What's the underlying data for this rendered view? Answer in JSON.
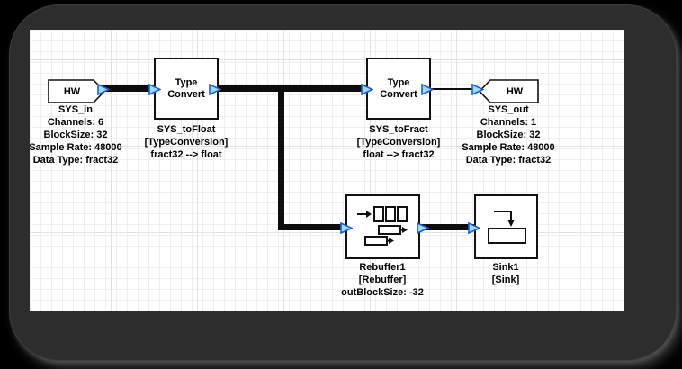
{
  "colors": {
    "frame": "#2d2d2d",
    "page_background": "#000000",
    "canvas_background": "#ffffff",
    "grid_minor": "#efefef",
    "grid_major": "#e2e2e2",
    "block_border": "#111111",
    "wire": "#0d0d0d",
    "pin_fill": "#9ed9ff",
    "pin_stroke": "#1d5ecc",
    "text": "#000000"
  },
  "blocks": {
    "sys_in": {
      "title": "HW",
      "name": "SYS_in",
      "prop_channels": "Channels: 6",
      "prop_blocksize": "BlockSize: 32",
      "prop_samplerate": "Sample Rate: 48000",
      "prop_datatype": "Data Type: fract32"
    },
    "sys_to_float": {
      "title": "Type\nConvert",
      "name": "SYS_toFloat",
      "prop_class": "[TypeConversion]",
      "prop_conversion": "fract32 --> float"
    },
    "sys_to_fract": {
      "title": "Type\nConvert",
      "name": "SYS_toFract",
      "prop_class": "[TypeConversion]",
      "prop_conversion": "float --> fract32"
    },
    "sys_out": {
      "title": "HW",
      "name": "SYS_out",
      "prop_channels": "Channels: 1",
      "prop_blocksize": "BlockSize: 32",
      "prop_samplerate": "Sample Rate: 48000",
      "prop_datatype": "Data Type: fract32"
    },
    "rebuffer1": {
      "name": "Rebuffer1",
      "prop_class": "[Rebuffer]",
      "prop_outblocksize": "outBlockSize: -32"
    },
    "sink1": {
      "name": "Sink1",
      "prop_class": "[Sink]"
    }
  }
}
